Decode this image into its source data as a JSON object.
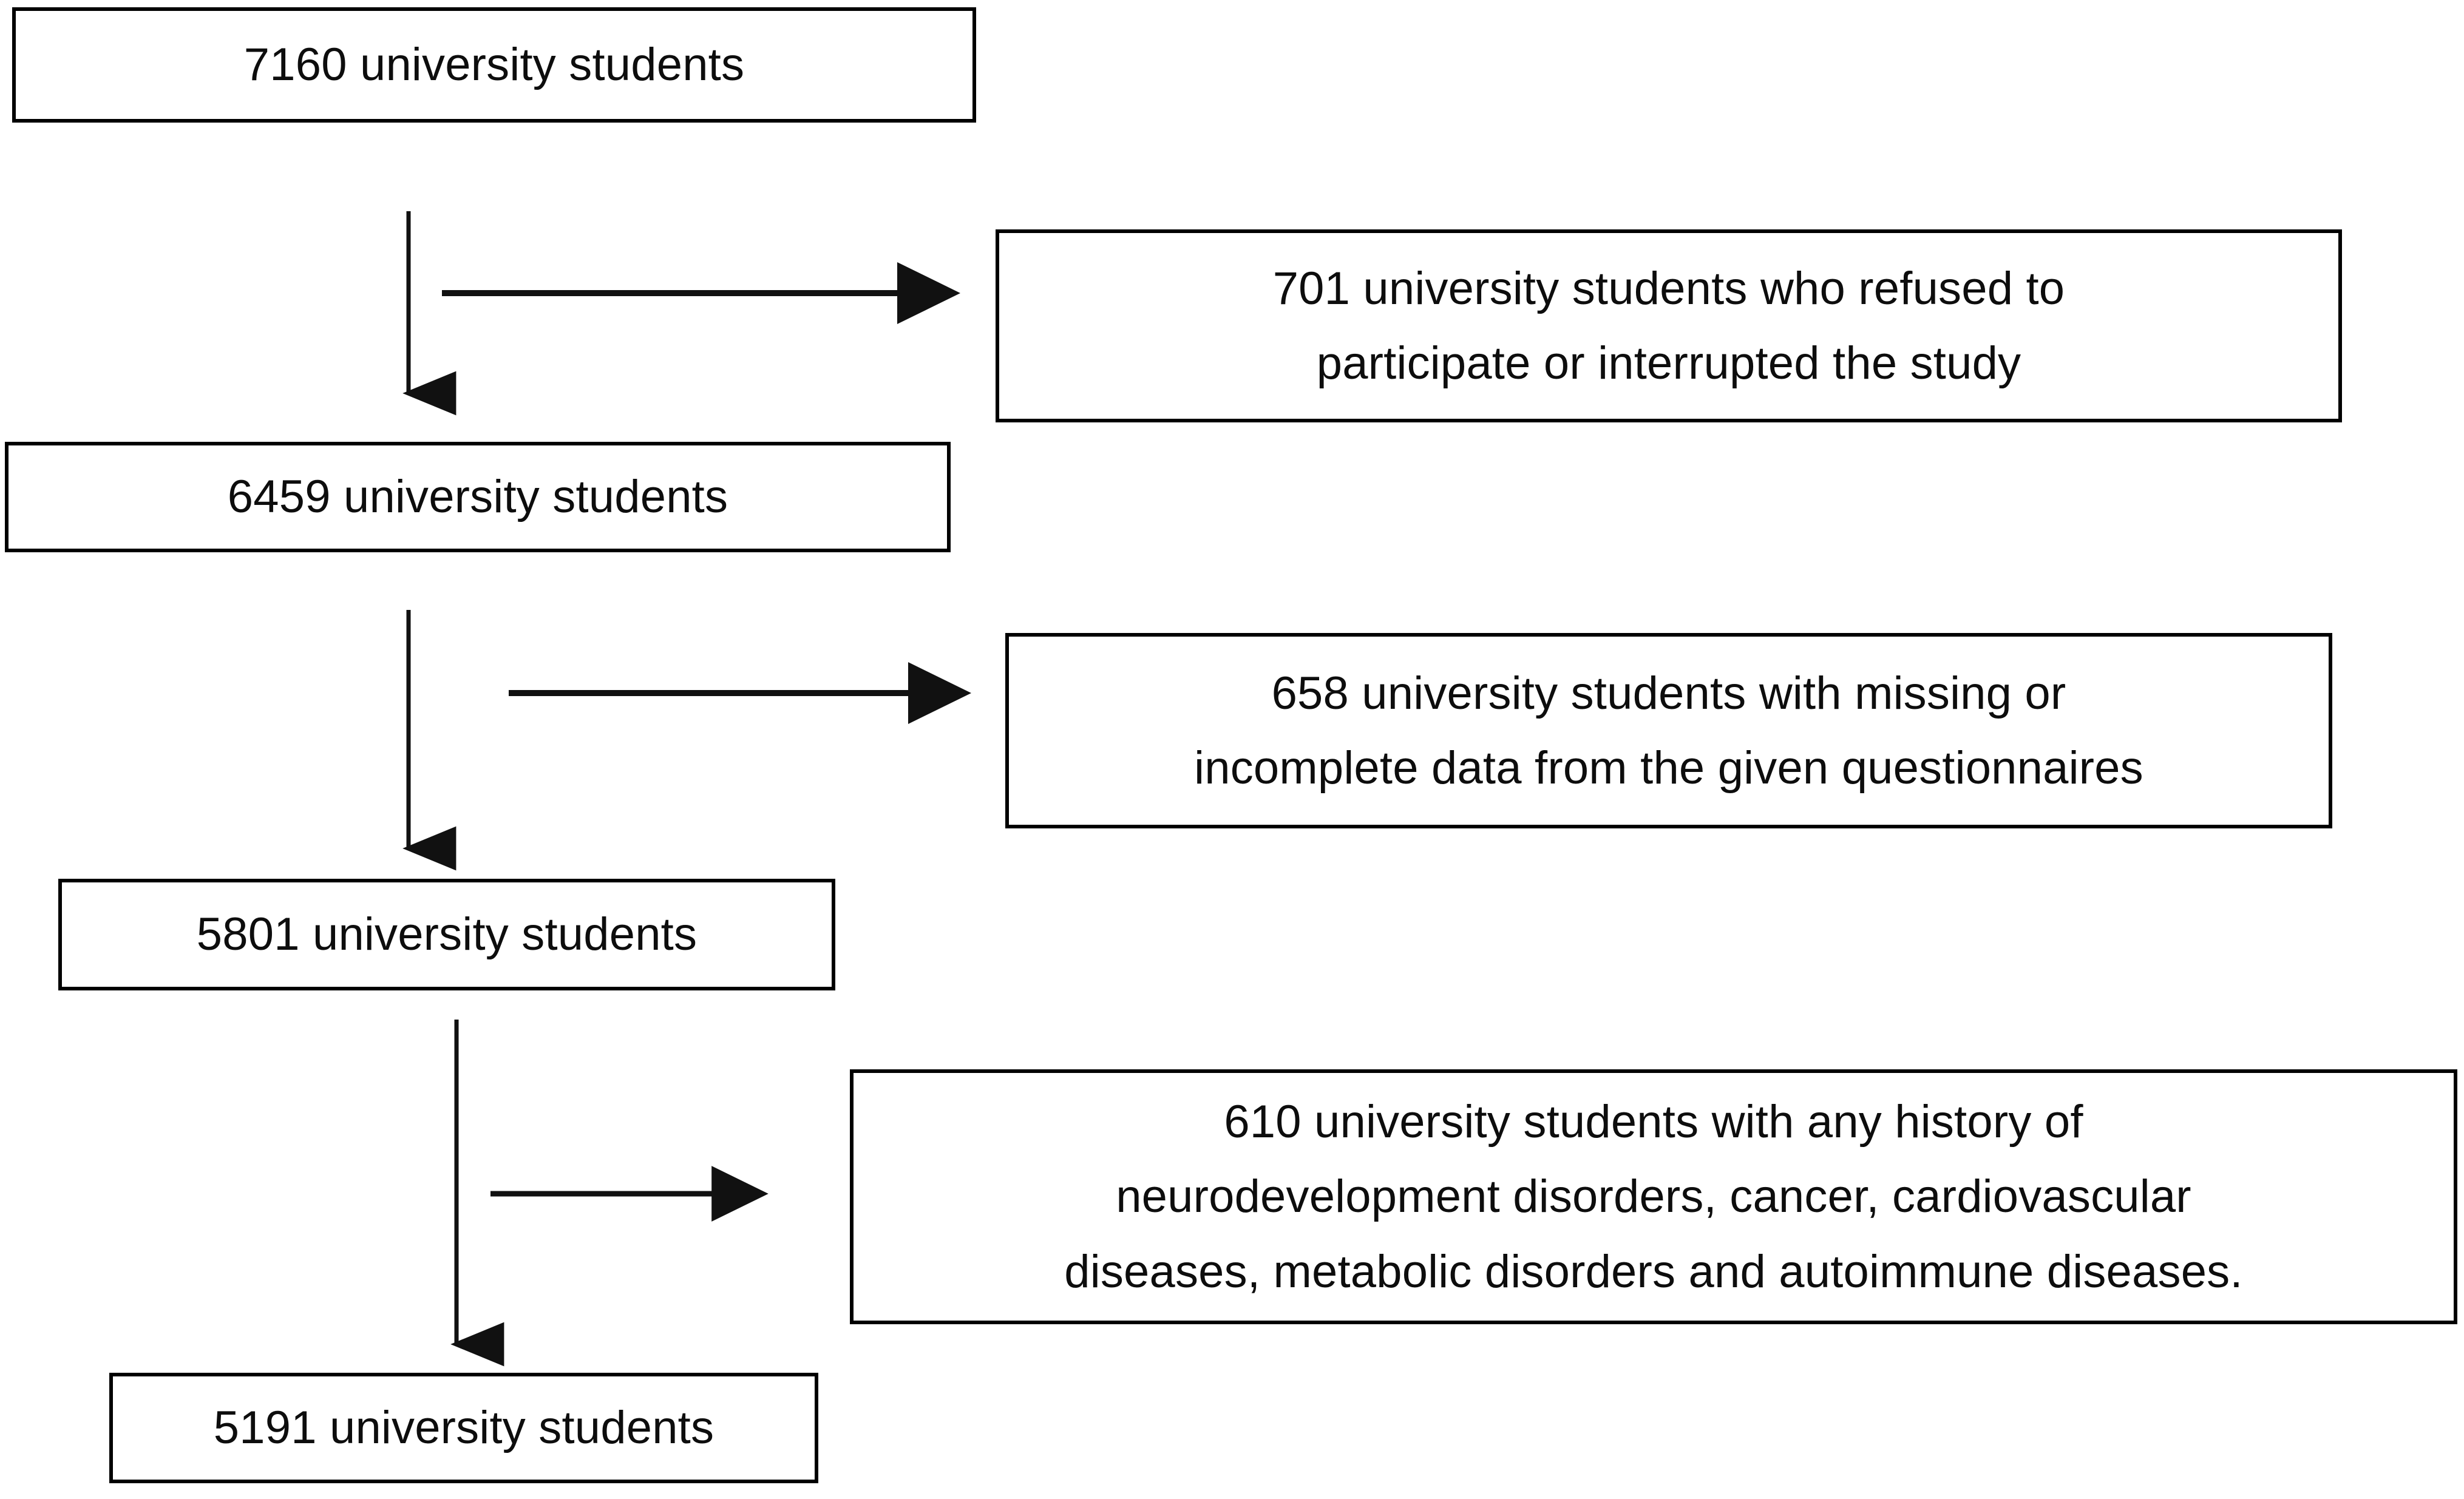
{
  "diagram": {
    "type": "flowchart",
    "title": "Study participant selection flow",
    "orientation": "vertical",
    "colors": {
      "border": "#000000",
      "background": "#ffffff",
      "text": "#0d0d0d",
      "arrow": "#1a1a1a"
    },
    "nodes": {
      "enrolled": {
        "label": "7160 university students",
        "count": 7160,
        "kind": "main"
      },
      "excluded_refused": {
        "label": "701  university students who refused to\nparticipate or interrupted the study",
        "count": 701,
        "kind": "exclusion"
      },
      "after_refusal": {
        "label": "6459 university students",
        "count": 6459,
        "kind": "main"
      },
      "excluded_missing_data": {
        "label": "658 university students with missing or\nincomplete data from the given questionnaires",
        "count": 658,
        "kind": "exclusion"
      },
      "after_missing_data": {
        "label": "5801 university students",
        "count": 5801,
        "kind": "main"
      },
      "excluded_history": {
        "label": "610 university students  with any history of\nneurodevelopment  disorders, cancer, cardiovascular\ndiseases, metabolic disorders and autoimmune diseases.",
        "count": 610,
        "kind": "exclusion"
      },
      "final_sample": {
        "label": "5191 university students",
        "count": 5191,
        "kind": "main"
      }
    },
    "edges": [
      {
        "id": "edge-enrolled-to-after-refusal",
        "from": "enrolled",
        "to": "after_refusal",
        "direction": "down"
      },
      {
        "id": "edge-enrolled-to-excluded-refused",
        "from": "enrolled",
        "to": "excluded_refused",
        "direction": "right"
      },
      {
        "id": "edge-after-refusal-to-after-missing",
        "from": "after_refusal",
        "to": "after_missing_data",
        "direction": "down"
      },
      {
        "id": "edge-after-refusal-to-excluded-missing",
        "from": "after_refusal",
        "to": "excluded_missing_data",
        "direction": "right"
      },
      {
        "id": "edge-after-missing-to-final",
        "from": "after_missing_data",
        "to": "final_sample",
        "direction": "down"
      },
      {
        "id": "edge-after-missing-to-excluded-history",
        "from": "after_missing_data",
        "to": "excluded_history",
        "direction": "right"
      }
    ]
  }
}
